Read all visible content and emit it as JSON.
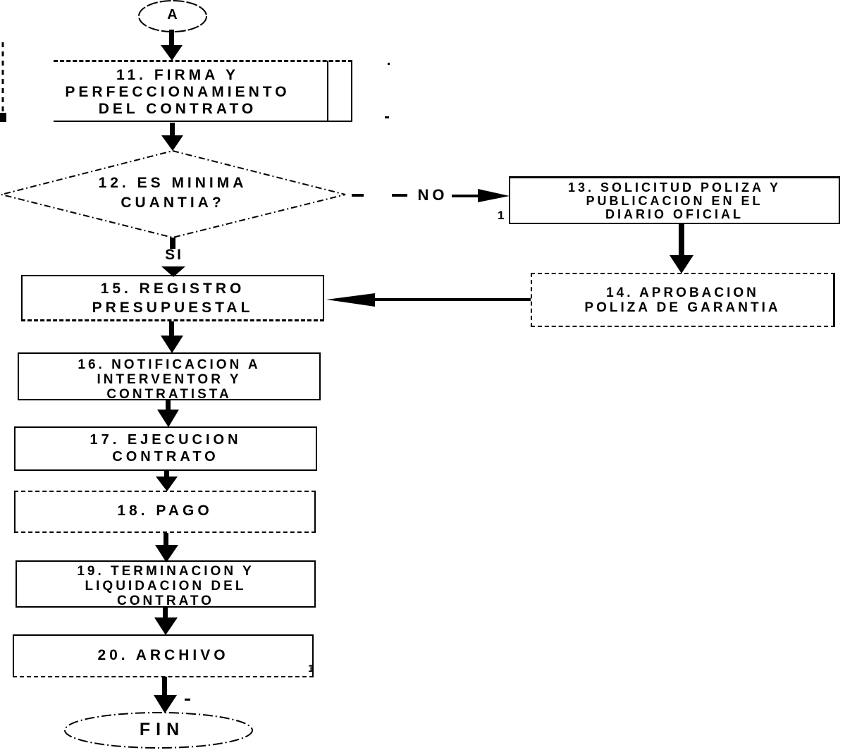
{
  "palette": {
    "ink": "#000000",
    "paper": "#ffffff"
  },
  "connectors": {
    "start": "A",
    "end": "FIN"
  },
  "decision_labels": {
    "yes": "SI",
    "no": "NO"
  },
  "nodes": {
    "n11": {
      "lines": [
        "11. FIRMA Y",
        "PERFECCIONAMIENTO",
        "DEL CONTRATO"
      ]
    },
    "n12": {
      "lines": [
        "12. ES MINIMA",
        "CUANTIA?"
      ]
    },
    "n13": {
      "lines": [
        "13. SOLICITUD POLIZA Y",
        "PUBLICACION EN EL",
        "DIARIO OFICIAL"
      ]
    },
    "n14": {
      "lines": [
        "14. APROBACION",
        "POLIZA DE GARANTIA"
      ]
    },
    "n15": {
      "lines": [
        "15. REGISTRO",
        "PRESUPUESTAL"
      ]
    },
    "n16": {
      "lines": [
        "16. NOTIFICACION A",
        "INTERVENTOR Y",
        "CONTRATISTA"
      ]
    },
    "n17": {
      "lines": [
        "17. EJECUCION",
        "CONTRATO"
      ]
    },
    "n18": {
      "lines": [
        "18. PAGO"
      ]
    },
    "n19": {
      "lines": [
        "19. TERMINACION Y",
        "LIQUIDACION DEL",
        "CONTRATO"
      ]
    },
    "n20": {
      "lines": [
        "20. ARCHIVO"
      ]
    }
  },
  "artifacts": {
    "mark_near_box13": "1",
    "mark_near_box20": "1"
  }
}
